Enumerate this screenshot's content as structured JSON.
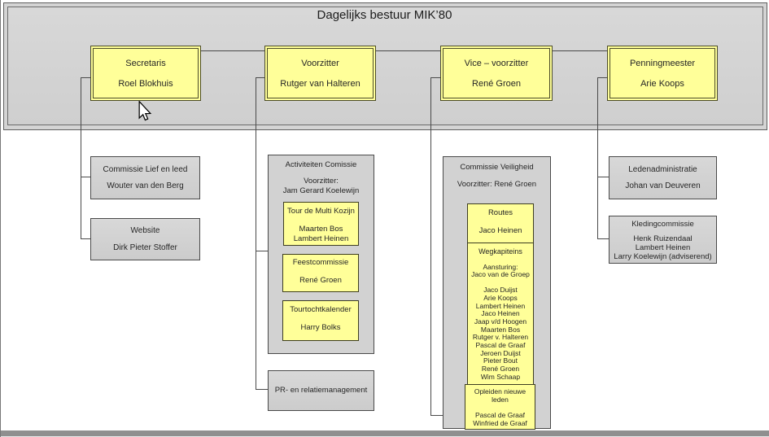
{
  "title": "Dagelijks bestuur MIK’80",
  "colors": {
    "box_yellow": "#FFFF99",
    "box_gray": "#D2D2D2",
    "line": "#4A4A4A",
    "band_gray": "#D4D4D4"
  },
  "board": [
    {
      "role": "Secretaris",
      "name": "Roel Blokhuis"
    },
    {
      "role": "Voorzitter",
      "name": "Rutger van Halteren"
    },
    {
      "role": "Vice – voorzitter",
      "name": "René Groen"
    },
    {
      "role": "Penningmeester",
      "name": "Arie Koops"
    }
  ],
  "secretaris_children": [
    {
      "title": "Commissie Lief en leed",
      "names": [
        "Wouter van den Berg"
      ]
    },
    {
      "title": "Website",
      "names": [
        "Dirk Pieter Stoffer"
      ]
    }
  ],
  "activiteiten": {
    "title": "Activiteiten Comissie",
    "subtitle_label": "Voorzitter:",
    "subtitle_name": "Jam Gerard Koelewijn",
    "items": [
      {
        "title": "Tour de Multi Kozijn",
        "names": [
          "Maarten Bos",
          "Lambert Heinen"
        ]
      },
      {
        "title": "Feestcommissie",
        "names": [
          "René Groen"
        ]
      },
      {
        "title": "Tourtochtkalender",
        "names": [
          "Harry Bolks"
        ]
      }
    ]
  },
  "pr_box": {
    "title": "PR- en relatiemanagement"
  },
  "veiligheid": {
    "title": "Commissie Veiligheid",
    "subtitle": "Voorzitter: René Groen",
    "routes": {
      "title": "Routes",
      "names": [
        "Jaco Heinen"
      ]
    },
    "wegkapiteins": {
      "title": "Wegkapiteins",
      "aansturing_label": "Aansturing:",
      "aansturing_name": "Jaco van de Groep",
      "members": [
        "Jaco Duijst",
        "Arie Koops",
        "Lambert Heinen",
        "Jaco Heinen",
        "Jaap v/d Hoogen",
        "Maarten Bos",
        "Rutger v. Halteren",
        "Pascal de Graaf",
        "Jeroen Duijst",
        "Pieter Bout",
        "René Groen",
        "Wim Schaap"
      ]
    },
    "opleiden": {
      "title": "Opleiden nieuwe leden",
      "names": [
        "Pascal de Graaf",
        "Winfried de Graaf"
      ]
    }
  },
  "penningmeester_children": [
    {
      "title": "Ledenadministratie",
      "names": [
        "Johan van Deuveren"
      ]
    },
    {
      "title": "Kledingcommissie",
      "names": [
        "Henk Ruizendaal",
        "Lambert Heinen",
        "Larry Koelewijn (adviserend)"
      ]
    }
  ]
}
